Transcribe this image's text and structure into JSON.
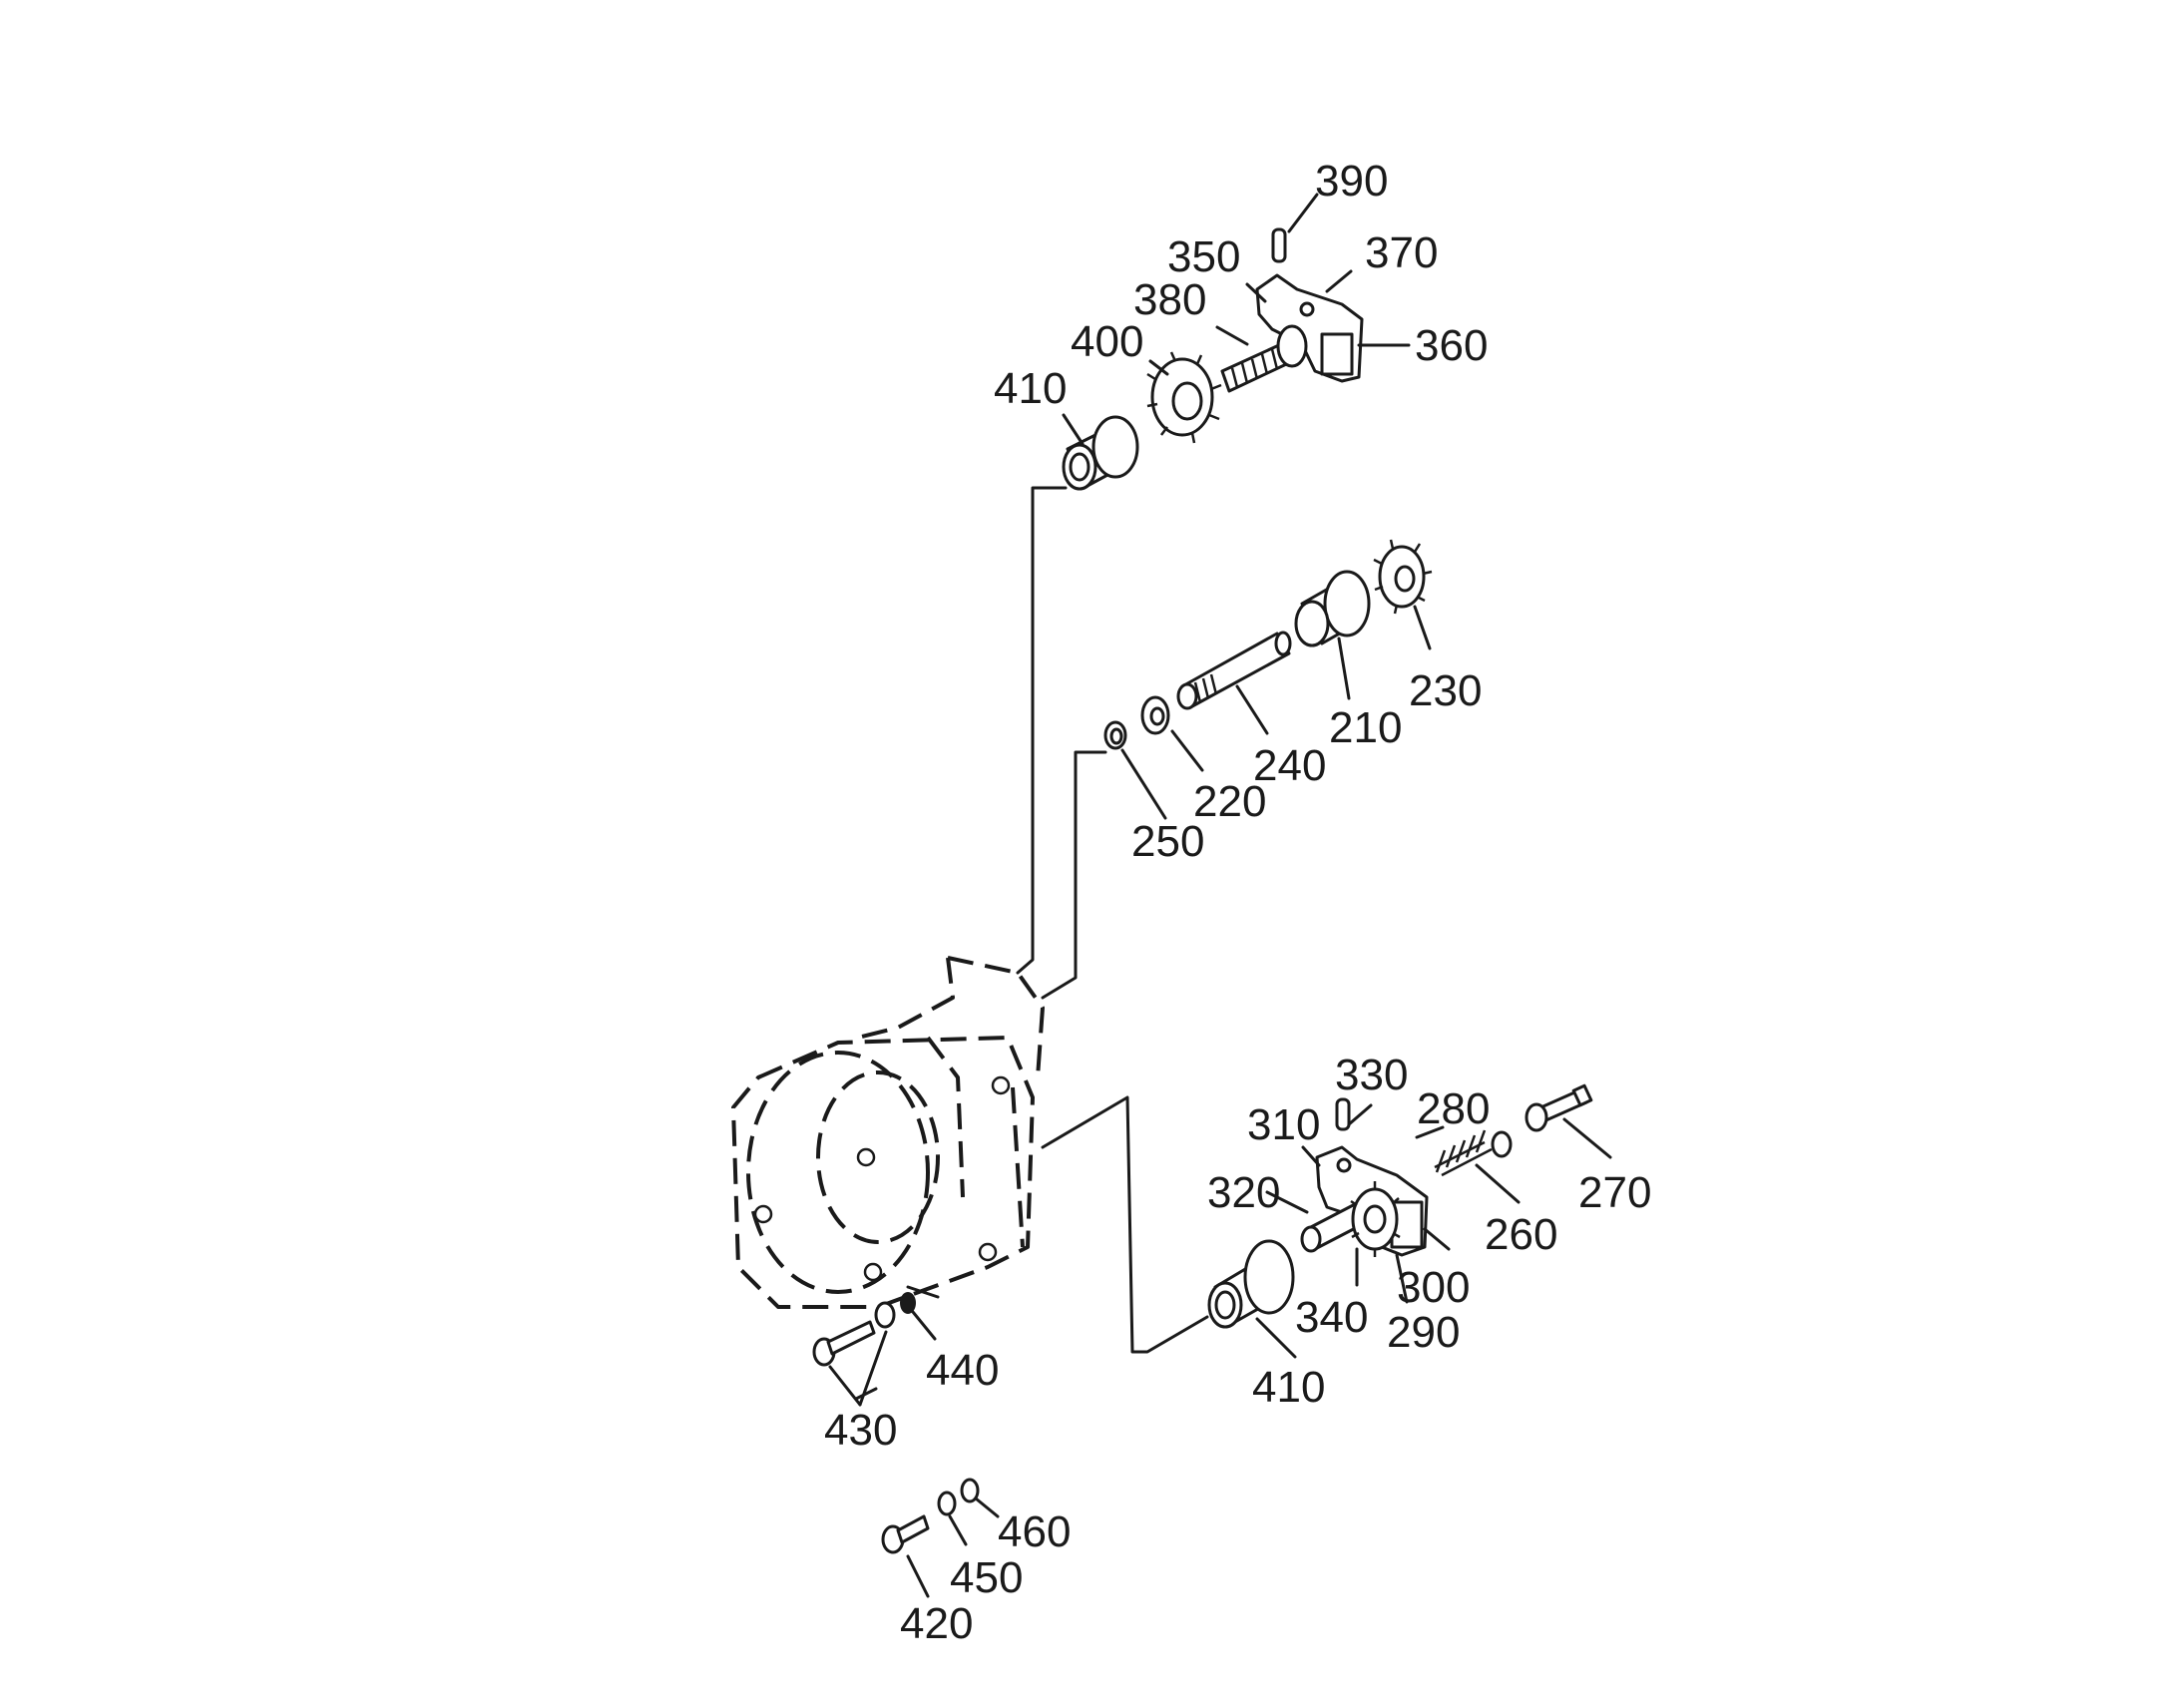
{
  "diagram": {
    "kind": "exploded parts diagram",
    "line_color": "#1a1a1a",
    "background": "#ffffff",
    "callouts": {
      "c390": "390",
      "c370": "370",
      "c350": "350",
      "c380": "380",
      "c360": "360",
      "c400": "400",
      "c410_top": "410",
      "c230": "230",
      "c210": "210",
      "c240": "240",
      "c220": "220",
      "c250": "250",
      "c330": "330",
      "c280": "280",
      "c310": "310",
      "c270": "270",
      "c320": "320",
      "c260": "260",
      "c300": "300",
      "c340": "340",
      "c290": "290",
      "c410_bottom": "410",
      "c440": "440",
      "c430": "430",
      "c460": "460",
      "c450": "450",
      "c420": "420"
    }
  }
}
